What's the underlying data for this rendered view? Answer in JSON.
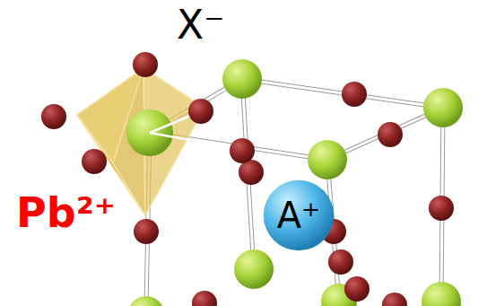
{
  "diagram": {
    "nodes": [
      {
        "text": [
          "A⁺"
        ]
      }
    ],
    "labels": [
      "X⁻",
      "Pb²⁺"
    ]
  }
}
